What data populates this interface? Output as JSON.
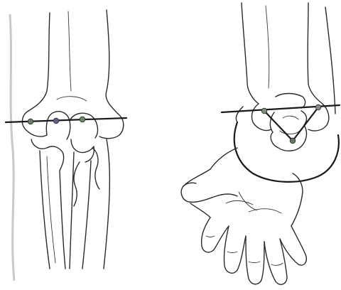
{
  "figure": {
    "panels": [
      {
        "id": "anterior-elbow-view",
        "points": 3,
        "point_colors": [
          "#6b7f6b",
          "#6a5a8a",
          "#6e8a5e"
        ]
      },
      {
        "id": "posterior-elbow-view",
        "points": 3,
        "point_colors": [
          "#7f8f7f",
          "#7f8f7f",
          "#5f7a5f"
        ]
      }
    ],
    "line_color": "#333333"
  }
}
